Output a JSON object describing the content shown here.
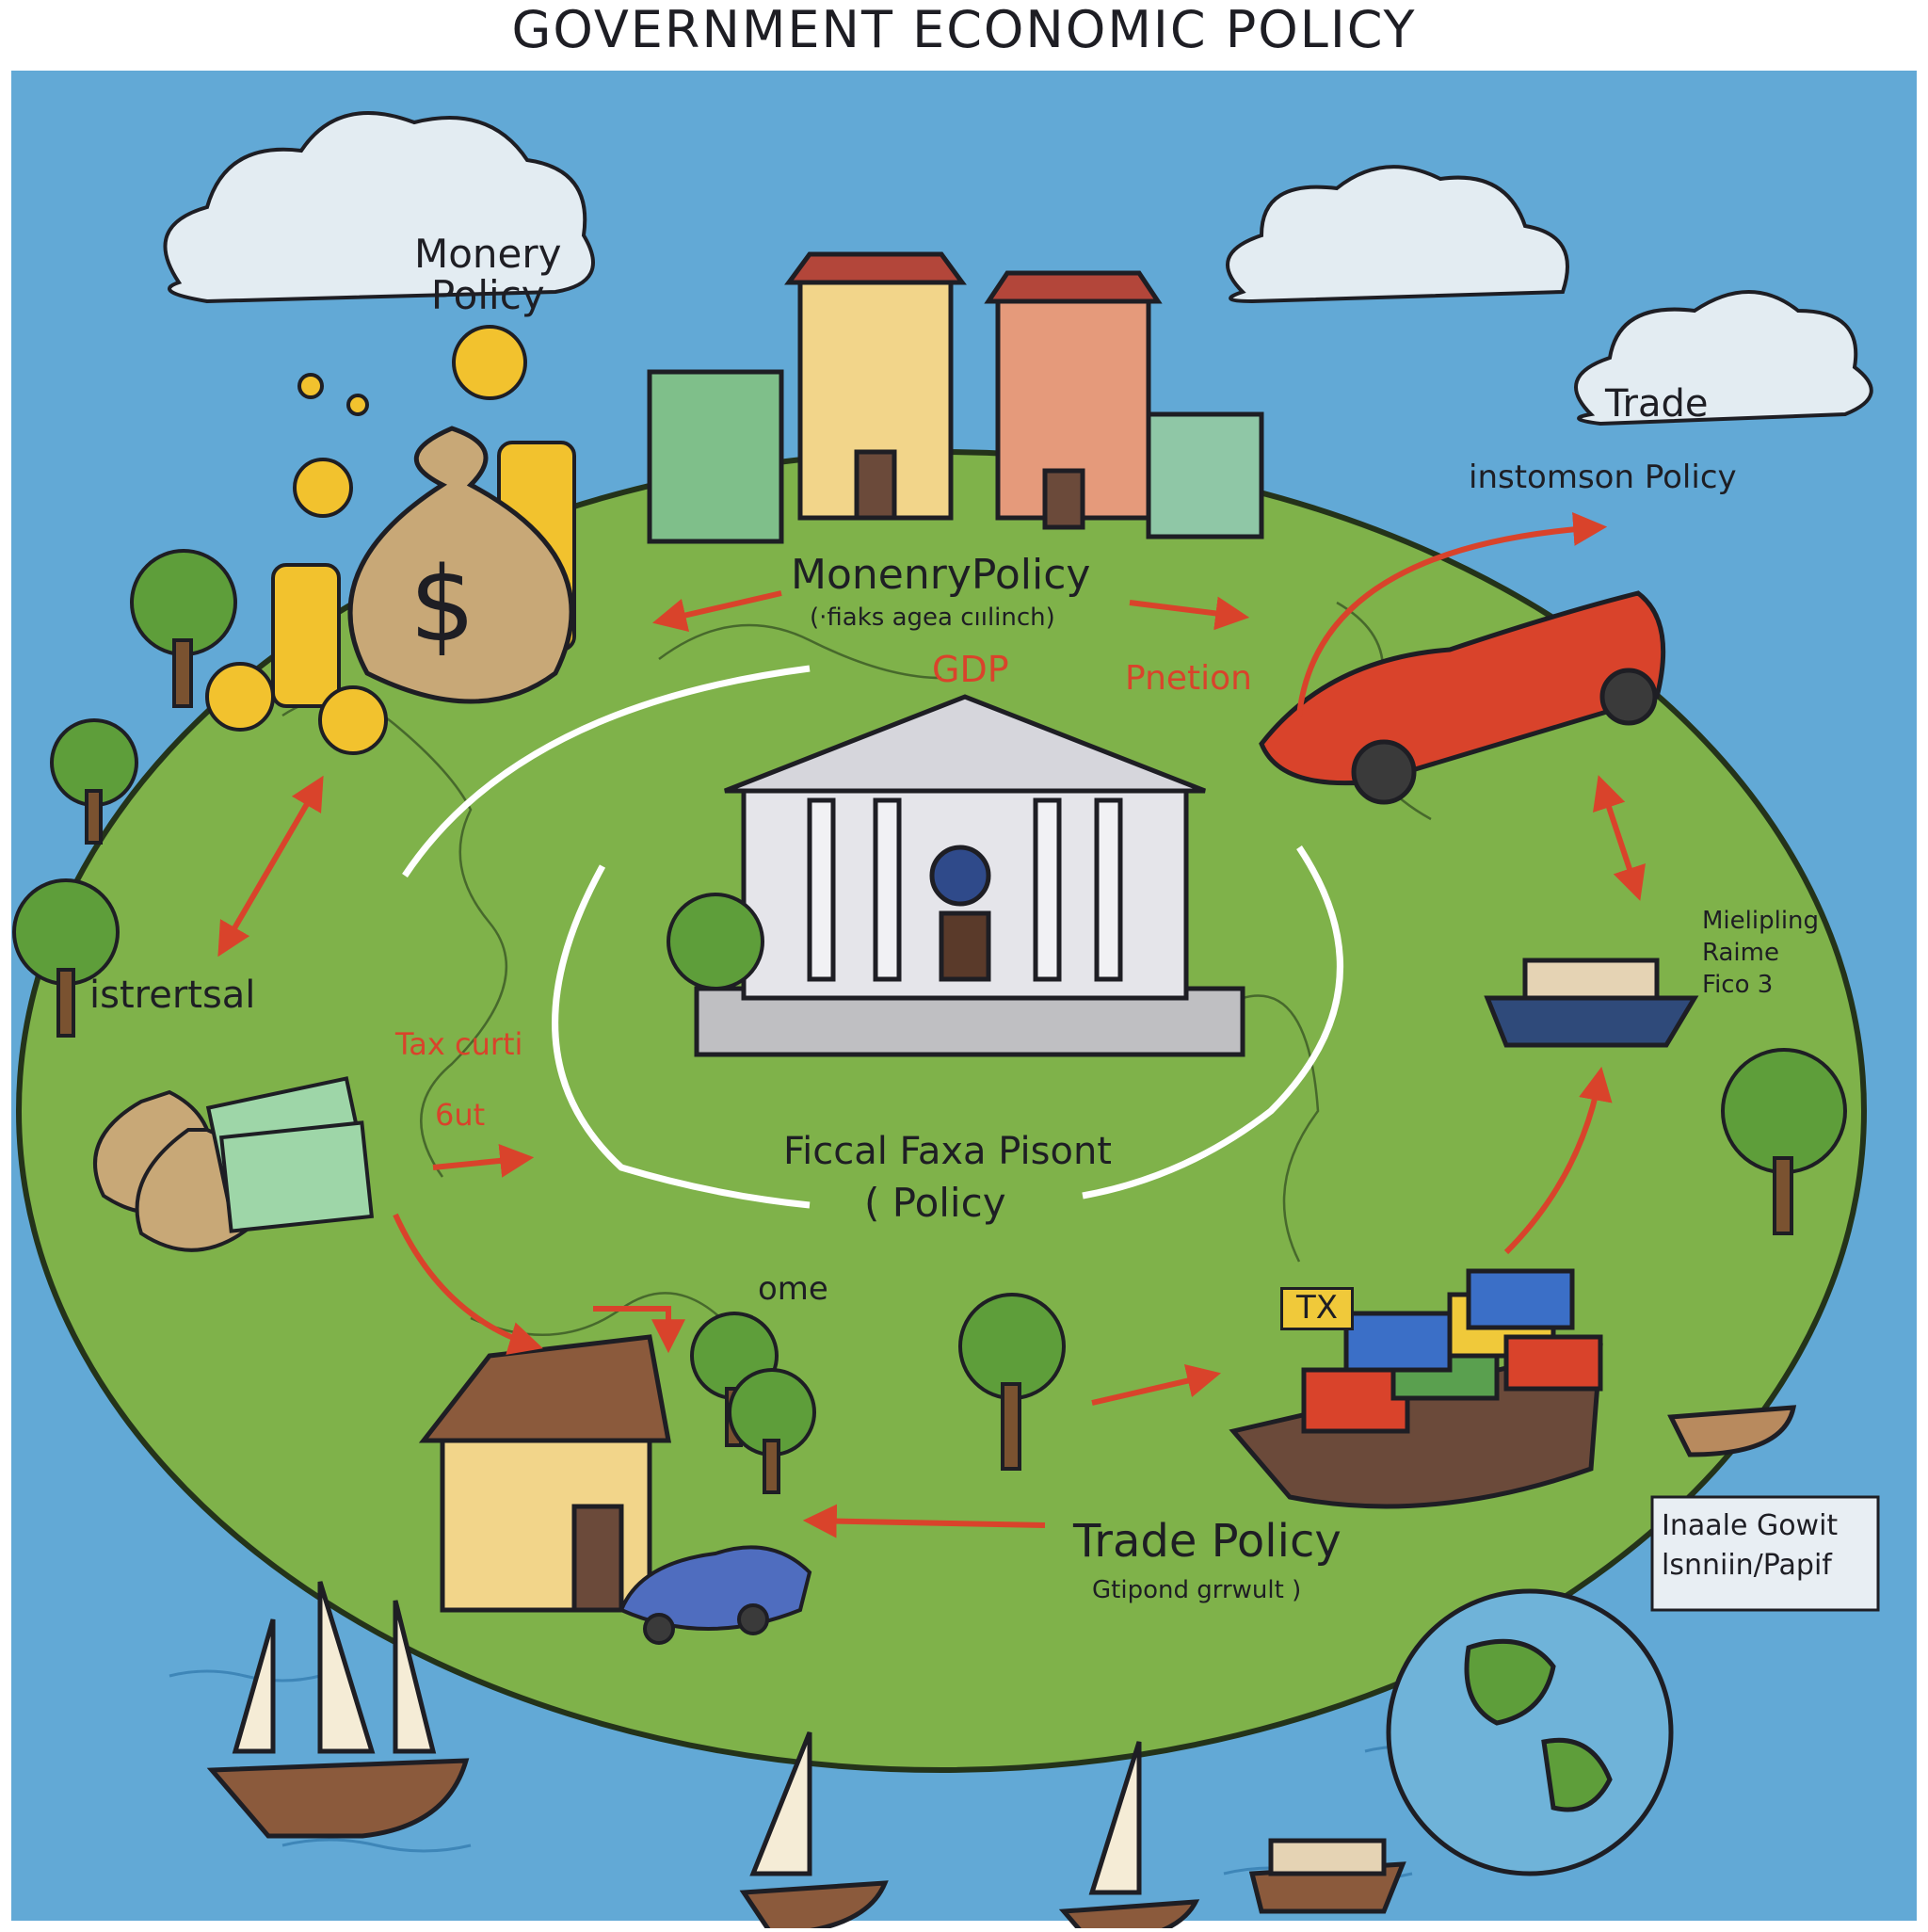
{
  "title": "GOVERNMENT ECONOMIC POLICY",
  "colors": {
    "sea": "#62a9d6",
    "land": "#7fb24a",
    "cloud": "#e3ecf2",
    "arrow_red": "#d9432b",
    "ink": "#1e1e24"
  },
  "labels": {
    "cloud_monetary": "Monery\nPolicy",
    "cloud_trade": "Trade",
    "trade_policy_top": "instomson Policy",
    "monetary_center": "MonenryPolicy",
    "monetary_sub": "(·fiaks agea cıılinch)",
    "gdp": "GDP",
    "pnetion": "Pnetion",
    "isterral": "istrertsal",
    "tax_cut": "Tax curti",
    "cut": "6ut",
    "fiscal_line1": "Ficcal Faxa Pisont",
    "fiscal_line2": "( Policy",
    "one": "ome",
    "tx_flag": "TX",
    "trade_policy": "Trade Policy",
    "trade_sub": "Gtipond grrwult )",
    "multiplying": "Mielipling\nRaime\nFico 3",
    "inside_growth": "Inaale Gowit\nlsnniin/Papif"
  },
  "icons": [
    "cloud-icon",
    "coin-icon",
    "money-bag-icon",
    "office-building-icon",
    "government-building-icon",
    "sports-car-icon",
    "cargo-ship-icon",
    "sailing-ship-icon",
    "sailboat-icon",
    "tree-icon",
    "factory-icon",
    "cash-icon",
    "globe-icon",
    "rowboat-icon",
    "ferry-icon",
    "blue-car-icon"
  ]
}
